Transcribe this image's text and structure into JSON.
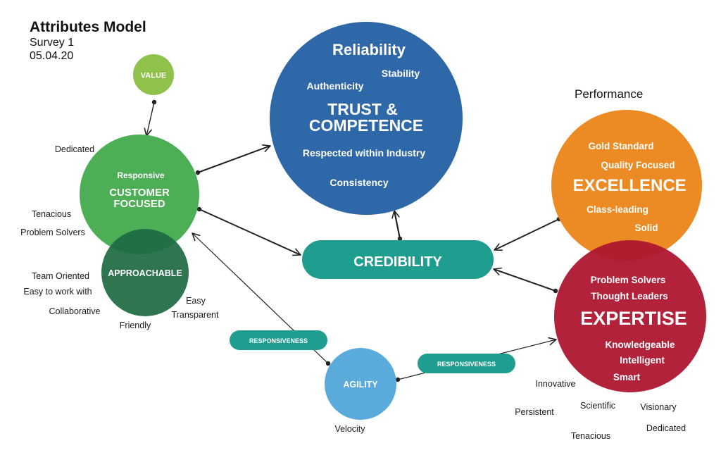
{
  "header": {
    "title": "Attributes Model",
    "survey": "Survey 1",
    "date": "05.04.20"
  },
  "performance_label": "Performance",
  "colors": {
    "value": "#8fc14b",
    "customer": "#4caf56",
    "approachable": "#1e6b43",
    "trust": "#2f68a8",
    "excellence": "#ec8a23",
    "expertise": "#ae1630",
    "teal": "#1f9d8e",
    "agility": "#5aabdc",
    "text": "#1a1a1a"
  },
  "nodes": {
    "value": {
      "label": "VALUE"
    },
    "customer": {
      "line1": "CUSTOMER",
      "line2": "FOCUSED",
      "sub": "Responsive"
    },
    "approachable": {
      "label": "APPROACHABLE"
    },
    "trust": {
      "line1": "TRUST &",
      "line2": "COMPETENCE",
      "attrs": {
        "reliability": "Reliability",
        "stability": "Stability",
        "authenticity": "Authenticity",
        "respected": "Respected within Industry",
        "consistency": "Consistency"
      }
    },
    "credibility": {
      "label": "CREDIBILITY"
    },
    "excellence": {
      "label": "EXCELLENCE",
      "attrs": {
        "gold": "Gold Standard",
        "quality": "Quality Focused",
        "classleading": "Class-leading",
        "solid": "Solid"
      }
    },
    "expertise": {
      "label": "EXPERTISE",
      "attrs": {
        "problem": "Problem Solvers",
        "thought": "Thought Leaders",
        "knowledgeable": "Knowledgeable",
        "intelligent": "Intelligent",
        "smart": "Smart"
      }
    },
    "agility": {
      "label": "AGILITY"
    },
    "responsiveness_left": {
      "label": "RESPONSIVENESS"
    },
    "responsiveness_right": {
      "label": "RESPONSIVENESS"
    }
  },
  "outer_labels": {
    "dedicated_left": "Dedicated",
    "tenacious_left": "Tenacious",
    "problem_solvers_left": "Problem Solvers",
    "team_oriented": "Team Oriented",
    "easy_to_work": "Easy to work with",
    "collaborative": "Collaborative",
    "friendly": "Friendly",
    "easy": "Easy",
    "transparent": "Transparent",
    "velocity": "Velocity",
    "innovative": "Innovative",
    "persistent": "Persistent",
    "scientific": "Scientific",
    "visionary": "Visionary",
    "tenacious_right": "Tenacious",
    "dedicated_right": "Dedicated"
  }
}
